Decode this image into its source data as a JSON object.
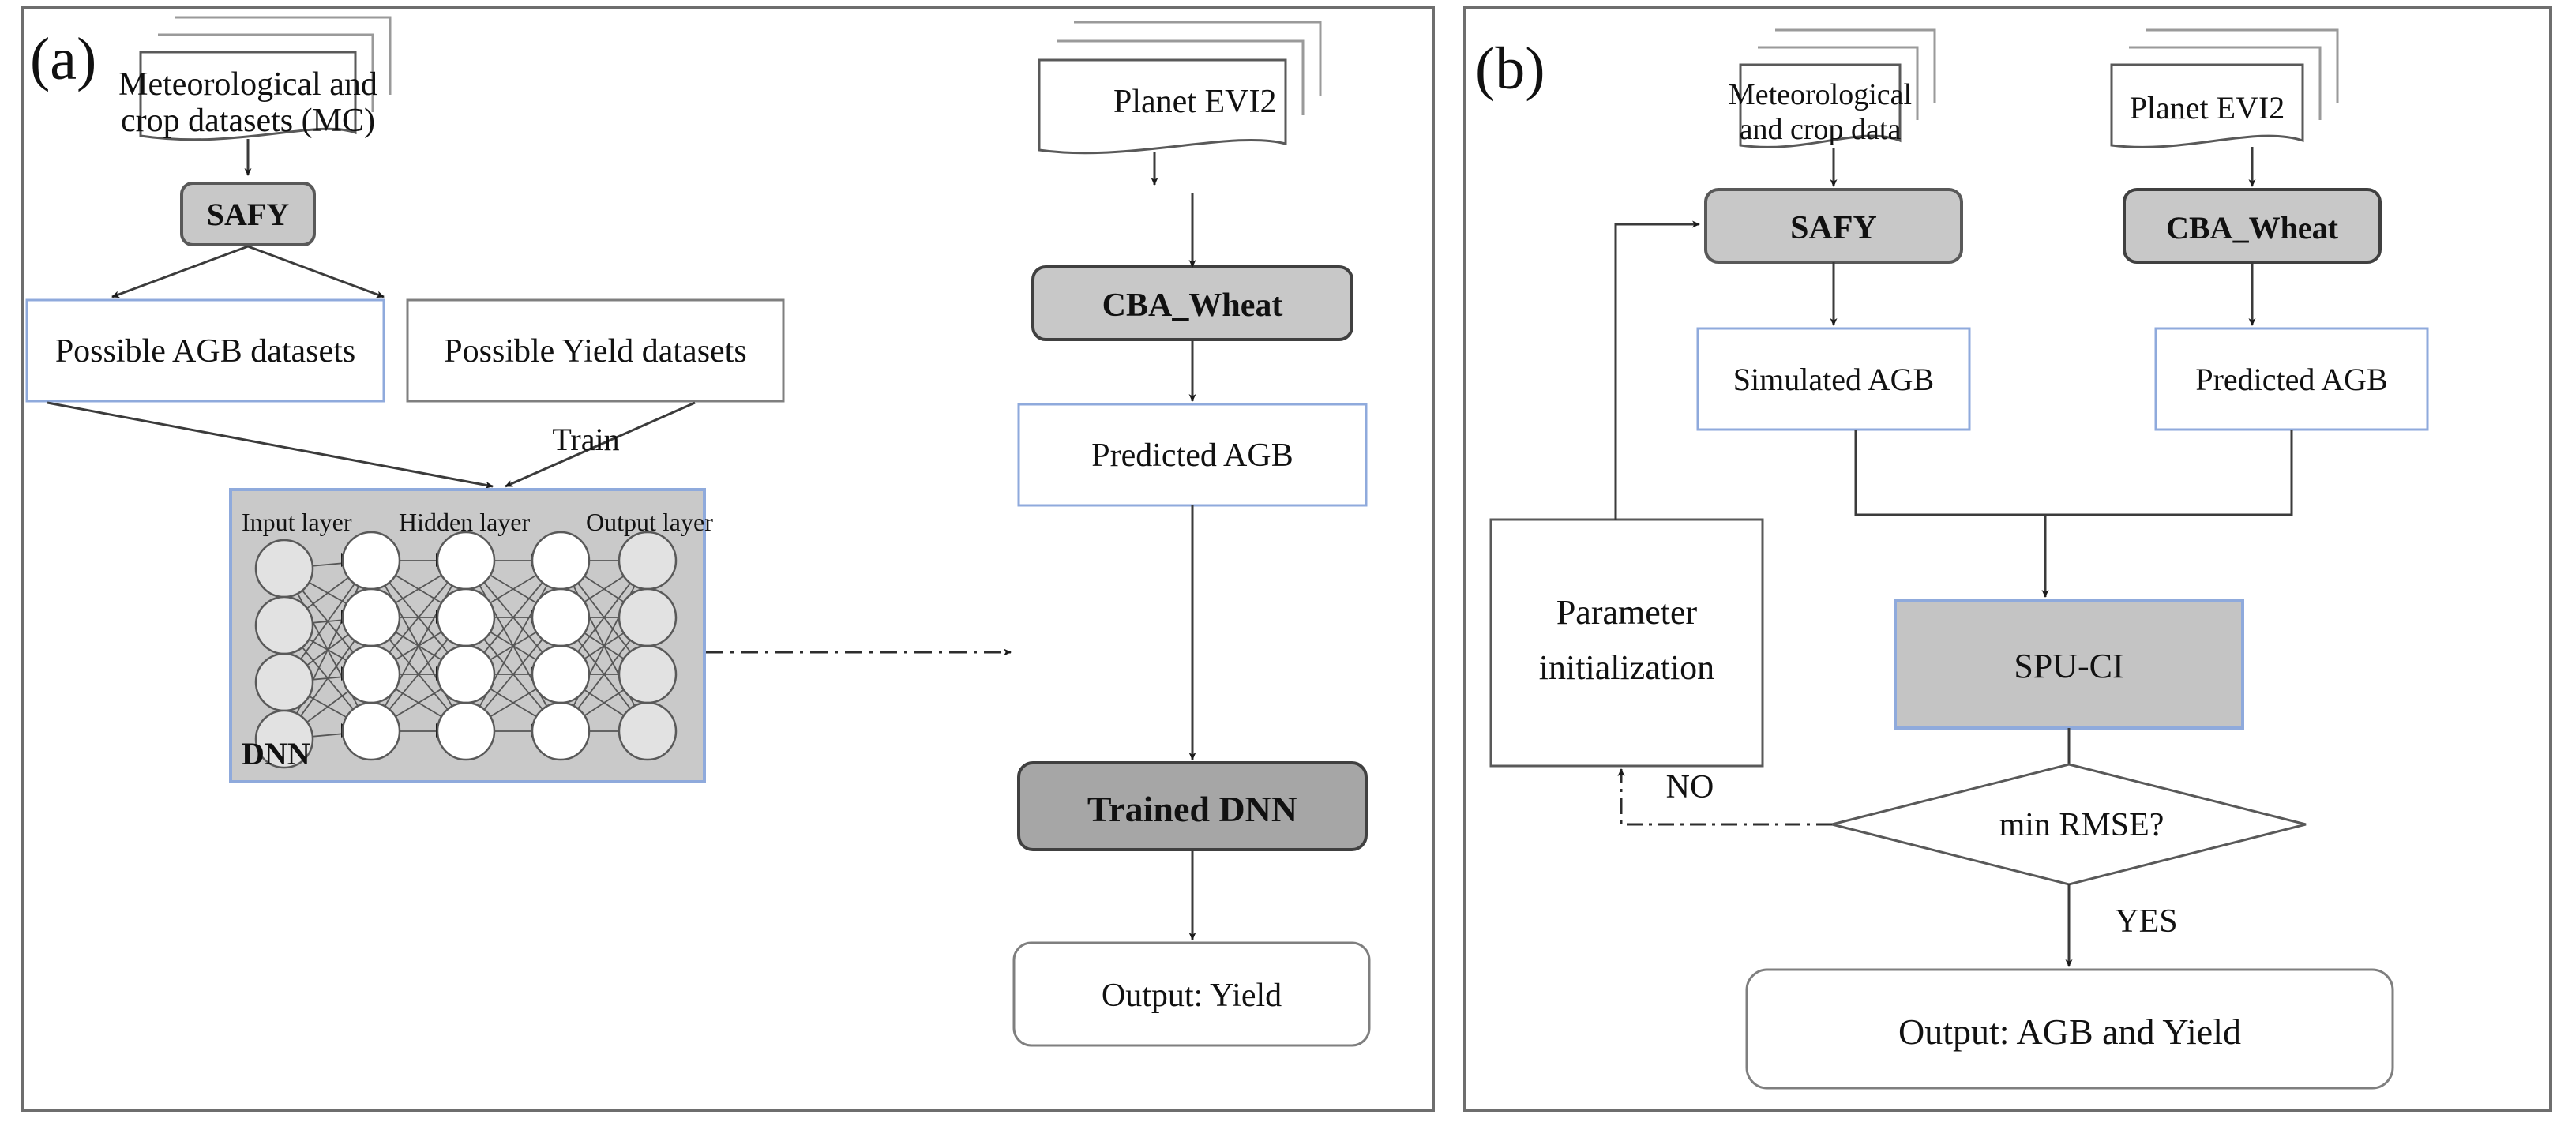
{
  "figure": {
    "type": "flowchart",
    "panels": [
      {
        "id": "a",
        "label": "(a)",
        "title": "DNN yield-training workflow",
        "nodes": [
          {
            "key": "mc_data",
            "label_lines": [
              "Meteorological   and",
              "crop datasets (MC)"
            ],
            "shape": "document-stack",
            "fill": "#ffffff",
            "stroke": "#595959",
            "bold": false
          },
          {
            "key": "safy",
            "label_lines": [
              "SAFY"
            ],
            "shape": "rounded-rect",
            "fill": "#c8c8c8",
            "stroke": "#595959",
            "bold": true
          },
          {
            "key": "possible_agb",
            "label_lines": [
              "Possible AGB datasets"
            ],
            "shape": "rect",
            "fill": "#ffffff",
            "stroke": "#8faadc",
            "bold": false
          },
          {
            "key": "possible_yield",
            "label_lines": [
              "Possible Yield datasets"
            ],
            "shape": "rect",
            "fill": "#ffffff",
            "stroke": "#7f7f7f",
            "bold": false
          },
          {
            "key": "dnn",
            "label_lines": [
              "DNN"
            ],
            "shape": "rect-panel",
            "fill": "#c9c9c9",
            "stroke": "#8faadc",
            "bold": true
          },
          {
            "key": "planet_evi2",
            "label_lines": [
              "Planet EVI2"
            ],
            "shape": "document-stack",
            "fill": "#ffffff",
            "stroke": "#595959",
            "bold": false
          },
          {
            "key": "cba_wheat",
            "label_lines": [
              "CBA_Wheat"
            ],
            "shape": "rounded-rect",
            "fill": "#c8c8c8",
            "stroke": "#404040",
            "bold": true
          },
          {
            "key": "predicted_agb",
            "label_lines": [
              "Predicted AGB"
            ],
            "shape": "rect",
            "fill": "#ffffff",
            "stroke": "#8faadc",
            "bold": false
          },
          {
            "key": "trained_dnn",
            "label_lines": [
              "Trained DNN"
            ],
            "shape": "rounded-rect",
            "fill": "#a6a6a6",
            "stroke": "#404040",
            "bold": true
          },
          {
            "key": "output_yield",
            "label_lines": [
              "Output: Yield"
            ],
            "shape": "rounded-rect",
            "fill": "#ffffff",
            "stroke": "#7f7f7f",
            "bold": false
          }
        ],
        "nn": {
          "layer_titles": [
            "Input layer",
            "Hidden layer",
            "Output layer"
          ],
          "panel_label": "DNN",
          "input_nodes": 4,
          "hidden_layers": 3,
          "hidden_nodes": 4,
          "output_nodes": 4,
          "input_fill": "#e2e2e2",
          "hidden_fill": "#ffffff",
          "output_fill": "#e2e2e2",
          "node_stroke": "#595959"
        },
        "edge_labels": [
          {
            "key": "train",
            "text": "Train"
          }
        ]
      },
      {
        "id": "b",
        "label": "(b)",
        "title": "SPU-CI calibration workflow",
        "nodes": [
          {
            "key": "mc_data2",
            "label_lines": [
              "Meteorological",
              "and crop data"
            ],
            "shape": "document-stack",
            "fill": "#ffffff",
            "stroke": "#595959",
            "bold": false
          },
          {
            "key": "planet_evi2_b",
            "label_lines": [
              "Planet EVI2"
            ],
            "shape": "document-stack",
            "fill": "#ffffff",
            "stroke": "#595959",
            "bold": false
          },
          {
            "key": "safy_b",
            "label_lines": [
              "SAFY"
            ],
            "shape": "rounded-rect",
            "fill": "#c8c8c8",
            "stroke": "#595959",
            "bold": true
          },
          {
            "key": "cba_wheat_b",
            "label_lines": [
              "CBA_Wheat"
            ],
            "shape": "rounded-rect",
            "fill": "#c8c8c8",
            "stroke": "#404040",
            "bold": true
          },
          {
            "key": "simulated_agb",
            "label_lines": [
              "Simulated AGB"
            ],
            "shape": "rect",
            "fill": "#ffffff",
            "stroke": "#8faadc",
            "bold": false
          },
          {
            "key": "predicted_agb_b",
            "label_lines": [
              "Predicted AGB"
            ],
            "shape": "rect",
            "fill": "#ffffff",
            "stroke": "#8faadc",
            "bold": false
          },
          {
            "key": "param_init",
            "label_lines": [
              "Parameter",
              "initialization"
            ],
            "shape": "rect",
            "fill": "#ffffff",
            "stroke": "#595959",
            "bold": false
          },
          {
            "key": "spu_ci",
            "label_lines": [
              "SPU-CI"
            ],
            "shape": "rect",
            "fill": "#c4c4c4",
            "stroke": "#8faadc",
            "bold": false
          },
          {
            "key": "min_rmse",
            "label_lines": [
              "min RMSE?"
            ],
            "shape": "diamond",
            "fill": "#ffffff",
            "stroke": "#595959",
            "bold": false
          },
          {
            "key": "output_agb_yield",
            "label_lines": [
              "Output: AGB and Yield"
            ],
            "shape": "rounded-rect",
            "fill": "#ffffff",
            "stroke": "#7f7f7f",
            "bold": false
          }
        ],
        "edge_labels": [
          {
            "key": "no",
            "text": "NO"
          },
          {
            "key": "yes",
            "text": "YES"
          }
        ]
      }
    ],
    "colors": {
      "accent_blue": "#8faadc",
      "process_gray": "#c8c8c8",
      "trained_gray": "#a6a6a6",
      "line": "#404040",
      "panel_border": "#7f7f7f"
    }
  }
}
